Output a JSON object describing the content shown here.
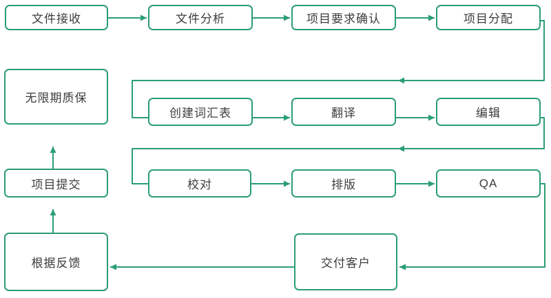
{
  "diagram": {
    "type": "flowchart",
    "accent_color": "#2a9d74",
    "text_color": "#3d3d3d",
    "background_color": "#ffffff",
    "nodes": {
      "file_reception": {
        "label": "文件接收"
      },
      "file_analysis": {
        "label": "文件分析"
      },
      "requirements_confirm": {
        "label": "项目要求确认"
      },
      "project_allocation": {
        "label": "项目分配"
      },
      "unlimited_warranty": {
        "label": "无限期质保"
      },
      "create_glossary": {
        "label": "创建词汇表"
      },
      "translation": {
        "label": "翻译"
      },
      "editing": {
        "label": "编辑"
      },
      "project_submission": {
        "label": "项目提交"
      },
      "proofreading": {
        "label": "校对"
      },
      "typesetting": {
        "label": "排版"
      },
      "qa": {
        "label": "QA"
      },
      "feedback": {
        "label": "根据反馈"
      },
      "delivery": {
        "label": "交付客户"
      }
    },
    "edges": [
      {
        "from": "file_reception",
        "to": "file_analysis"
      },
      {
        "from": "file_analysis",
        "to": "requirements_confirm"
      },
      {
        "from": "requirements_confirm",
        "to": "project_allocation"
      },
      {
        "from": "project_allocation",
        "to": "create_glossary"
      },
      {
        "from": "create_glossary",
        "to": "translation"
      },
      {
        "from": "translation",
        "to": "editing"
      },
      {
        "from": "editing",
        "to": "proofreading"
      },
      {
        "from": "proofreading",
        "to": "typesetting"
      },
      {
        "from": "typesetting",
        "to": "qa"
      },
      {
        "from": "qa",
        "to": "delivery"
      },
      {
        "from": "delivery",
        "to": "feedback"
      },
      {
        "from": "feedback",
        "to": "project_submission"
      },
      {
        "from": "project_submission",
        "to": "unlimited_warranty"
      }
    ]
  }
}
